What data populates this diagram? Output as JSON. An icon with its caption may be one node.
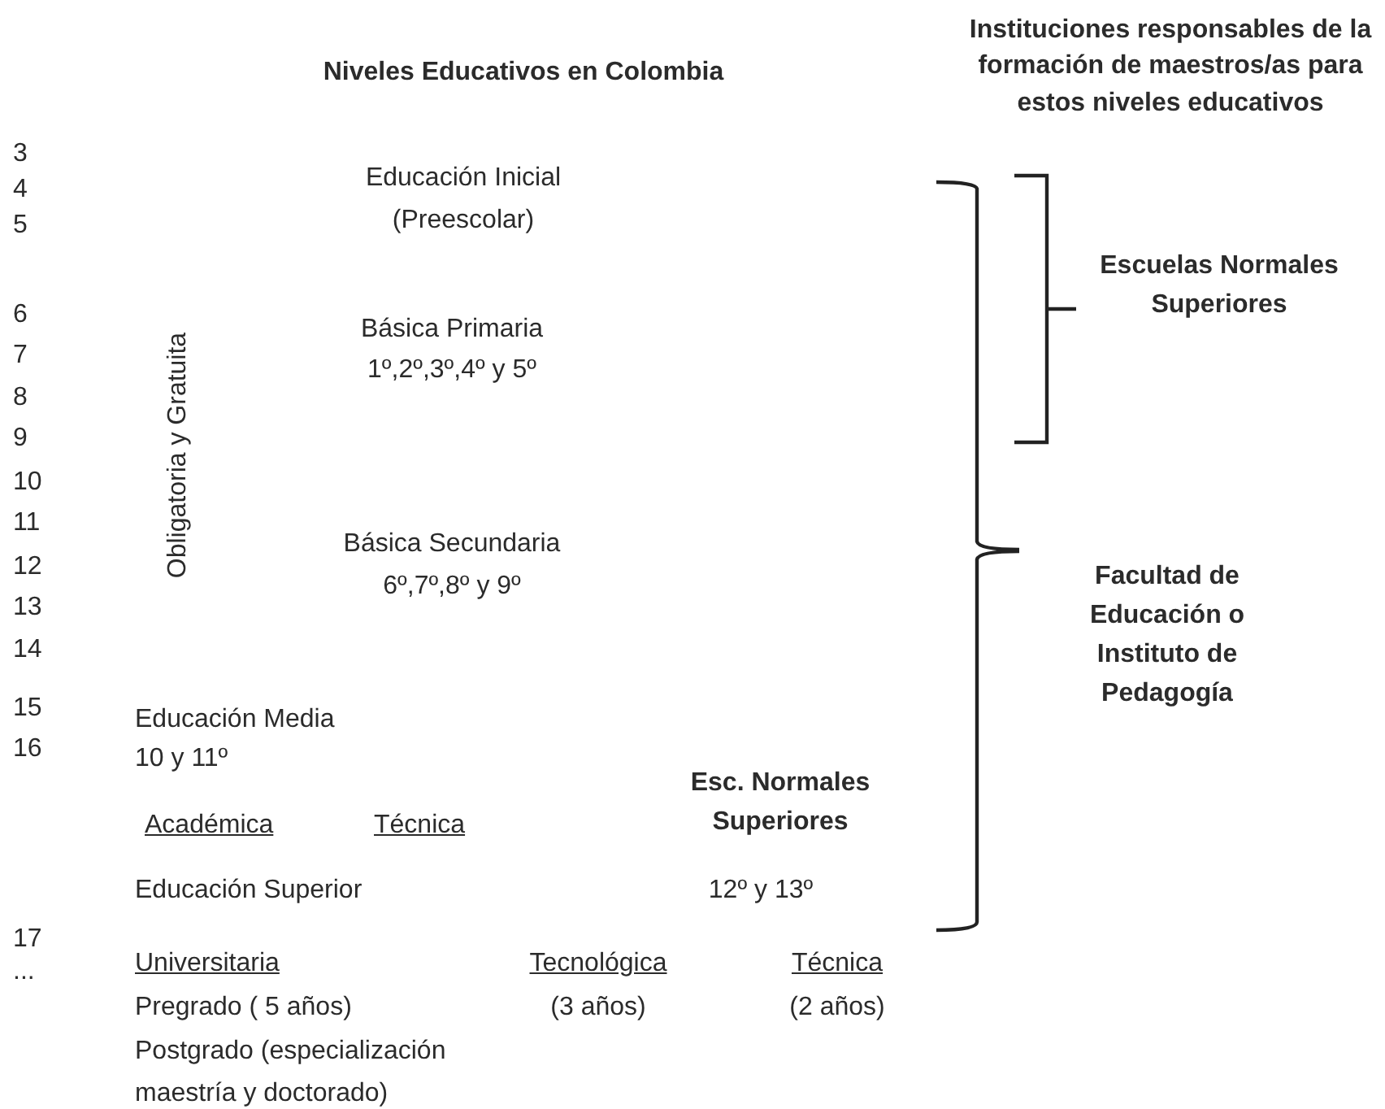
{
  "diagram": {
    "title": "Niveles Educativos en Colombia",
    "labels": [
      "Instituciones responsables de la formación de maestros/as para estos niveles educativos",
      "3",
      "4",
      "5",
      "6",
      "7",
      "8",
      "9",
      "10",
      "11",
      "12",
      "13",
      "14",
      "15",
      "16",
      "17",
      "...",
      "Obligatoria y Gratuita",
      "Educación Inicial",
      "(Preescolar)",
      "Escuelas Normales Superiores",
      "Básica Primaria",
      "1º,2º,3º,4º y 5º",
      "Básica Secundaria",
      "6º,7º,8º y 9º",
      "Facultad de Educación o Instituto de Pedagogía",
      "Educación Media",
      "10 y 11º",
      "Esc. Normales Superiores",
      "Académica",
      "Técnica",
      "Educación Superior",
      "12º y 13º",
      "Universitaria",
      "Tecnológica",
      "Técnica",
      "Pregrado ( 5 años)",
      "(3 años)",
      "(2 años)",
      "Postgrado (especialización maestría y doctorado)"
    ]
  }
}
